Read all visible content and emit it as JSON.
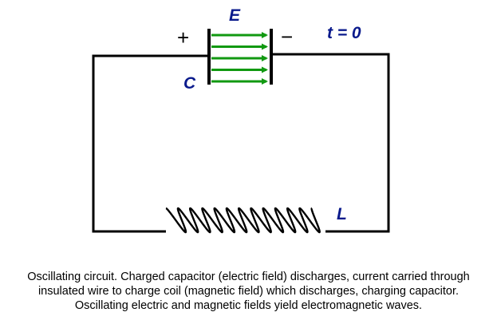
{
  "diagram": {
    "labels": {
      "field": "E",
      "time": "t = 0",
      "capacitor": "C",
      "inductor": "L",
      "plus": "+",
      "minus": "−"
    },
    "colors": {
      "wire": "#000000",
      "field_arrows": "#119911",
      "label_blue": "#0a1a8c"
    },
    "field_arrow_count": 5,
    "coil_turns": 12
  },
  "caption": {
    "line1": "Oscillating circuit. Charged capacitor (electric field) discharges, current carried through",
    "line2": "insulated wire to charge coil (magnetic field) which discharges, charging capacitor.",
    "line3": "Oscillating electric and magnetic fields yield electromagnetic waves."
  }
}
